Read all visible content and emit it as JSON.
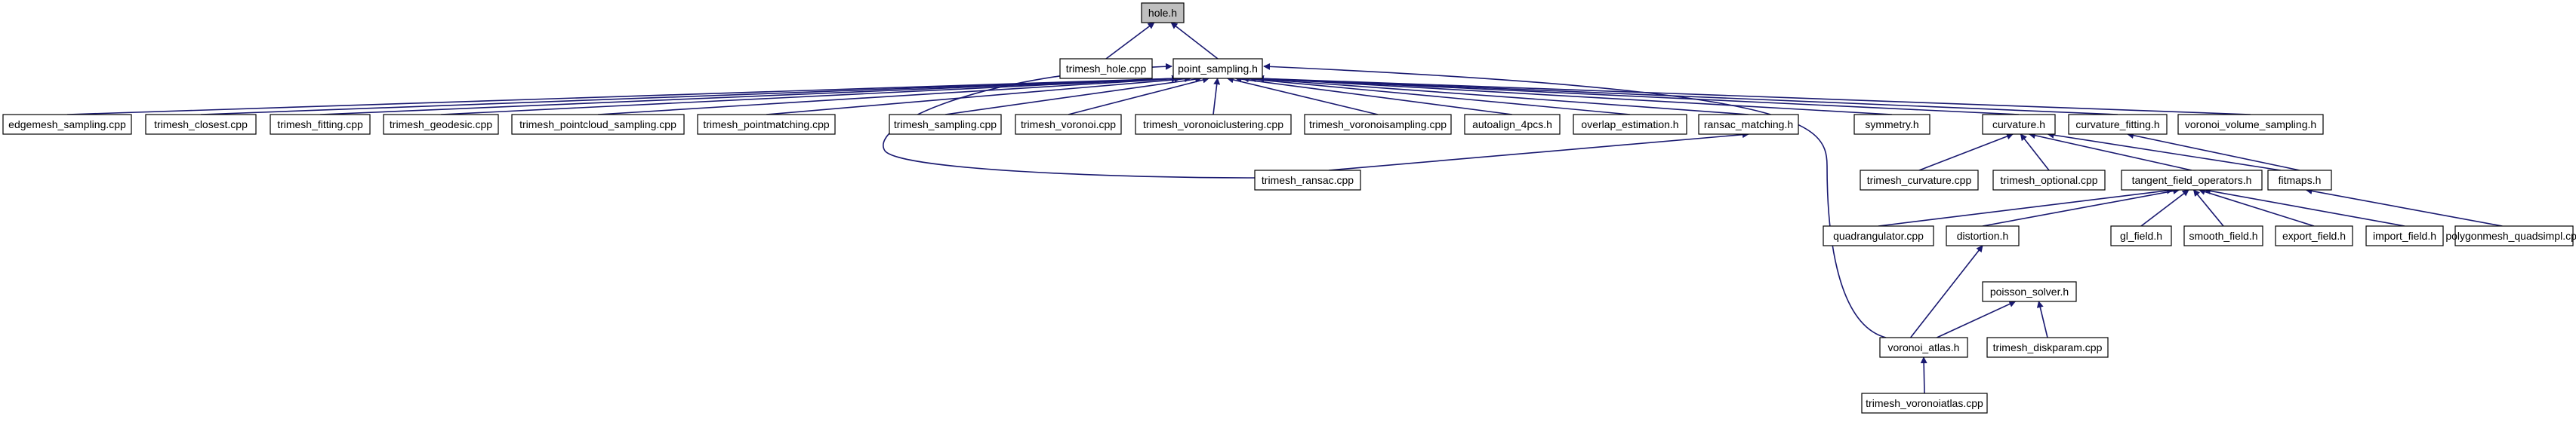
{
  "colors": {
    "edge": "#191970",
    "node_fill": "#ffffff",
    "highlight_fill": "#bfbfbf",
    "border": "#000000"
  },
  "diagram": {
    "type": "include-dependency-graph",
    "nodes": [
      {
        "id": "hole_h",
        "label": "hole.h",
        "highlighted": true
      },
      {
        "id": "trimesh_hole_cpp",
        "label": "trimesh_hole.cpp"
      },
      {
        "id": "point_sampling_h",
        "label": "point_sampling.h"
      },
      {
        "id": "edgemesh_sampling_cpp",
        "label": "edgemesh_sampling.cpp"
      },
      {
        "id": "trimesh_closest_cpp",
        "label": "trimesh_closest.cpp"
      },
      {
        "id": "trimesh_fitting_cpp",
        "label": "trimesh_fitting.cpp"
      },
      {
        "id": "trimesh_geodesic_cpp",
        "label": "trimesh_geodesic.cpp"
      },
      {
        "id": "trimesh_pointcloud_sampling_cpp",
        "label": "trimesh_pointcloud_sampling.cpp"
      },
      {
        "id": "trimesh_pointmatching_cpp",
        "label": "trimesh_pointmatching.cpp"
      },
      {
        "id": "trimesh_sampling_cpp",
        "label": "trimesh_sampling.cpp"
      },
      {
        "id": "trimesh_voronoi_cpp",
        "label": "trimesh_voronoi.cpp"
      },
      {
        "id": "trimesh_voronoiclustering_cpp",
        "label": "trimesh_voronoiclustering.cpp"
      },
      {
        "id": "trimesh_voronoisampling_cpp",
        "label": "trimesh_voronoisampling.cpp"
      },
      {
        "id": "autoalign_4pcs_h",
        "label": "autoalign_4pcs.h"
      },
      {
        "id": "overlap_estimation_h",
        "label": "overlap_estimation.h"
      },
      {
        "id": "ransac_matching_h",
        "label": "ransac_matching.h"
      },
      {
        "id": "symmetry_h",
        "label": "symmetry.h"
      },
      {
        "id": "curvature_h",
        "label": "curvature.h"
      },
      {
        "id": "curvature_fitting_h",
        "label": "curvature_fitting.h"
      },
      {
        "id": "voronoi_volume_sampling_h",
        "label": "voronoi_volume_sampling.h"
      },
      {
        "id": "trimesh_ransac_cpp",
        "label": "trimesh_ransac.cpp"
      },
      {
        "id": "trimesh_curvature_cpp",
        "label": "trimesh_curvature.cpp"
      },
      {
        "id": "trimesh_optional_cpp",
        "label": "trimesh_optional.cpp"
      },
      {
        "id": "tangent_field_operators_h",
        "label": "tangent_field_operators.h"
      },
      {
        "id": "fitmaps_h",
        "label": "fitmaps.h"
      },
      {
        "id": "quadrangulator_cpp",
        "label": "quadrangulator.cpp"
      },
      {
        "id": "distortion_h",
        "label": "distortion.h"
      },
      {
        "id": "gl_field_h",
        "label": "gl_field.h"
      },
      {
        "id": "smooth_field_h",
        "label": "smooth_field.h"
      },
      {
        "id": "export_field_h",
        "label": "export_field.h"
      },
      {
        "id": "import_field_h",
        "label": "import_field.h"
      },
      {
        "id": "polygonmesh_quadsimpl_cpp",
        "label": "polygonmesh_quadsimpl.cpp"
      },
      {
        "id": "poisson_solver_h",
        "label": "poisson_solver.h"
      },
      {
        "id": "voronoi_atlas_h",
        "label": "voronoi_atlas.h"
      },
      {
        "id": "trimesh_diskparam_cpp",
        "label": "trimesh_diskparam.cpp"
      },
      {
        "id": "trimesh_voronoiatlas_cpp",
        "label": "trimesh_voronoiatlas.cpp"
      }
    ],
    "edges": [
      {
        "from": "trimesh_hole_cpp",
        "to": "hole_h"
      },
      {
        "from": "point_sampling_h",
        "to": "hole_h"
      },
      {
        "from": "edgemesh_sampling_cpp",
        "to": "point_sampling_h"
      },
      {
        "from": "trimesh_closest_cpp",
        "to": "point_sampling_h"
      },
      {
        "from": "trimesh_fitting_cpp",
        "to": "point_sampling_h"
      },
      {
        "from": "trimesh_geodesic_cpp",
        "to": "point_sampling_h"
      },
      {
        "from": "trimesh_pointcloud_sampling_cpp",
        "to": "point_sampling_h"
      },
      {
        "from": "trimesh_pointmatching_cpp",
        "to": "point_sampling_h"
      },
      {
        "from": "trimesh_sampling_cpp",
        "to": "point_sampling_h"
      },
      {
        "from": "trimesh_voronoi_cpp",
        "to": "point_sampling_h"
      },
      {
        "from": "trimesh_voronoiclustering_cpp",
        "to": "point_sampling_h"
      },
      {
        "from": "trimesh_voronoisampling_cpp",
        "to": "point_sampling_h"
      },
      {
        "from": "autoalign_4pcs_h",
        "to": "point_sampling_h"
      },
      {
        "from": "overlap_estimation_h",
        "to": "point_sampling_h"
      },
      {
        "from": "ransac_matching_h",
        "to": "point_sampling_h"
      },
      {
        "from": "symmetry_h",
        "to": "point_sampling_h"
      },
      {
        "from": "curvature_h",
        "to": "point_sampling_h"
      },
      {
        "from": "curvature_fitting_h",
        "to": "point_sampling_h"
      },
      {
        "from": "voronoi_volume_sampling_h",
        "to": "point_sampling_h"
      },
      {
        "from": "trimesh_ransac_cpp",
        "to": "point_sampling_h"
      },
      {
        "from": "voronoi_atlas_h",
        "to": "point_sampling_h"
      },
      {
        "from": "trimesh_ransac_cpp",
        "to": "ransac_matching_h"
      },
      {
        "from": "trimesh_curvature_cpp",
        "to": "curvature_h"
      },
      {
        "from": "trimesh_optional_cpp",
        "to": "curvature_h"
      },
      {
        "from": "tangent_field_operators_h",
        "to": "curvature_h"
      },
      {
        "from": "fitmaps_h",
        "to": "curvature_h"
      },
      {
        "from": "fitmaps_h",
        "to": "curvature_fitting_h"
      },
      {
        "from": "quadrangulator_cpp",
        "to": "tangent_field_operators_h"
      },
      {
        "from": "distortion_h",
        "to": "tangent_field_operators_h"
      },
      {
        "from": "gl_field_h",
        "to": "tangent_field_operators_h"
      },
      {
        "from": "smooth_field_h",
        "to": "tangent_field_operators_h"
      },
      {
        "from": "export_field_h",
        "to": "tangent_field_operators_h"
      },
      {
        "from": "import_field_h",
        "to": "tangent_field_operators_h"
      },
      {
        "from": "polygonmesh_quadsimpl_cpp",
        "to": "fitmaps_h"
      },
      {
        "from": "voronoi_atlas_h",
        "to": "distortion_h"
      },
      {
        "from": "voronoi_atlas_h",
        "to": "poisson_solver_h"
      },
      {
        "from": "trimesh_diskparam_cpp",
        "to": "poisson_solver_h"
      },
      {
        "from": "trimesh_voronoiatlas_cpp",
        "to": "voronoi_atlas_h"
      }
    ]
  }
}
